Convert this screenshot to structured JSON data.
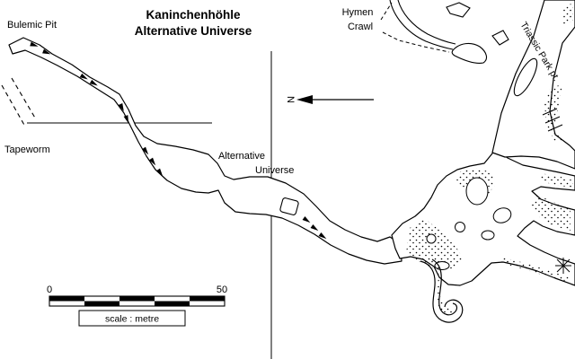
{
  "map": {
    "title_line1": "Kaninchenhöhle",
    "title_line2": "Alternative Universe",
    "labels": {
      "bulemic_pit": "Bulemic Pit",
      "hymen_line1": "Hymen",
      "hymen_line2": "Crawl",
      "tapeworm": "Tapeworm",
      "alt_universe_line1": "Alternative",
      "alt_universe_line2": "Universe",
      "triassic_park": "Triassic Park pt.",
      "north_letter": "N"
    },
    "scale": {
      "start_value": "0",
      "end_value": "50",
      "caption": "scale : metre"
    },
    "colors": {
      "ink": "#000000",
      "background": "#ffffff"
    }
  }
}
